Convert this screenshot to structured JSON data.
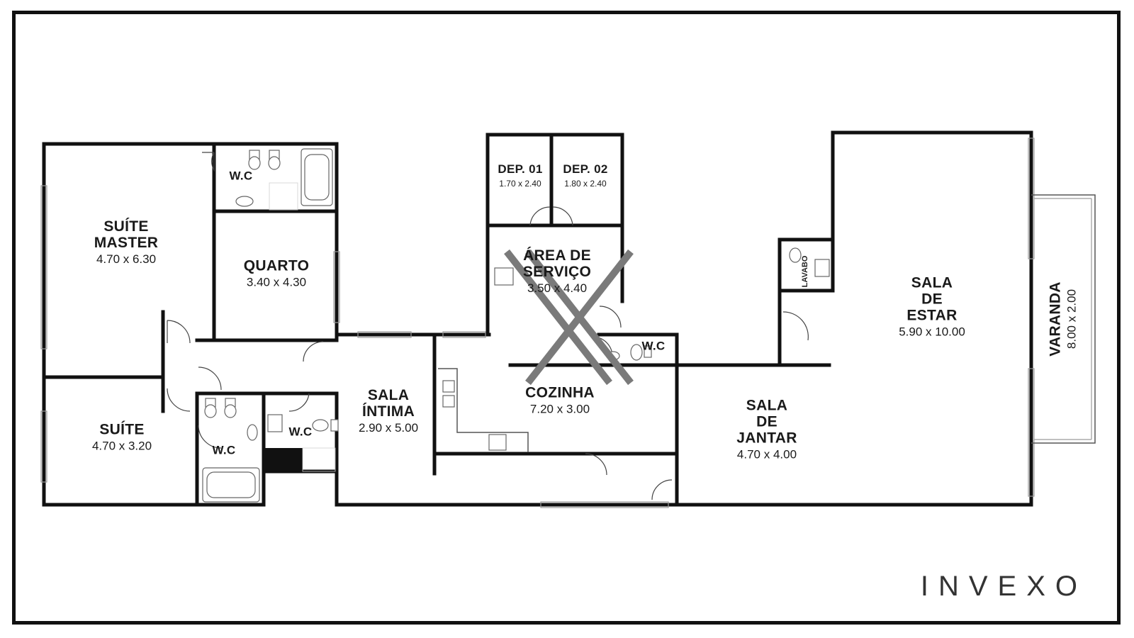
{
  "rooms": {
    "suite_master": {
      "name": "SUÍTE\nMASTER",
      "dim": "4.70 x 6.30"
    },
    "wc_master": {
      "name": "W.C"
    },
    "quarto": {
      "name": "QUARTO",
      "dim": "3.40 x 4.30"
    },
    "suite": {
      "name": "SUÍTE",
      "dim": "4.70 x 3.20"
    },
    "wc_suite": {
      "name": "W.C"
    },
    "wc_hall": {
      "name": "W.C"
    },
    "sala_intima": {
      "name": "SALA\nÍNTIMA",
      "dim": "2.90 x 5.00"
    },
    "dep01": {
      "name": "DEP. 01",
      "dim": "1.70 x 2.40"
    },
    "dep02": {
      "name": "DEP. 02",
      "dim": "1.80 x 2.40"
    },
    "area_servico": {
      "name": "ÁREA DE\nSERVIÇO",
      "dim": "3.50 x 4.40"
    },
    "wc_service": {
      "name": "W.C"
    },
    "cozinha": {
      "name": "COZINHA",
      "dim": "7.20 x 3.00"
    },
    "lavabo": {
      "name": "LAVABO"
    },
    "sala_jantar": {
      "name": "SALA\nDE\nJANTAR",
      "dim": "4.70 x 4.00"
    },
    "sala_estar": {
      "name": "SALA\nDE\nESTAR",
      "dim": "5.90 x 10.00"
    },
    "varanda": {
      "name": "VARANDA",
      "dim": "8.00 x 2.00"
    }
  },
  "brand": {
    "logo": "INVEXO"
  },
  "colors": {
    "wall": "#111111",
    "watermark": "#7a7a7a",
    "background": "#ffffff"
  }
}
